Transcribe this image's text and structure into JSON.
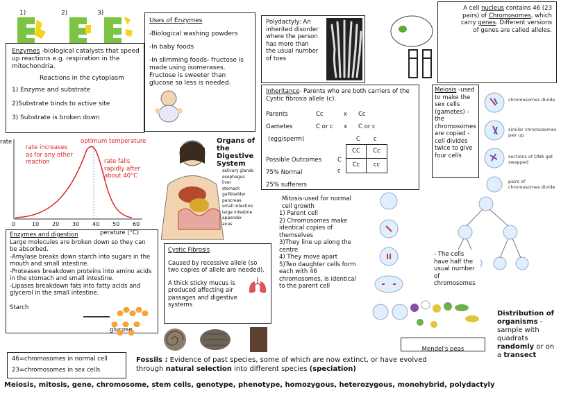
{
  "enzymes": {
    "step_numbers": [
      "1)",
      "2)",
      "3)"
    ],
    "definition_term": "Enzymes",
    "definition": " -biological catalysts that speed up reactions e.g. respiration in the mitochondria.",
    "location": "Reactions in the cytoplasm",
    "steps": [
      "1) Enzyme and substrate",
      "2)Substrate binds to active site",
      "3) Substrate is broken down"
    ]
  },
  "uses": {
    "title": "Uses of Enzymes",
    "items": [
      "-Biological washing powders",
      "-In baby foods",
      "-In slimming foods- fructose is made using isomerases. Fructose is sweeter than glucose so less is needed."
    ]
  },
  "graph": {
    "side_label": "rate",
    "optimum": "optimum temperature",
    "left_note": "rate increases as for any other reaction",
    "right_note": "rate falls rapidly after about 40°C",
    "x_ticks": [
      "0",
      "10",
      "20",
      "30",
      "40",
      "50",
      "60"
    ],
    "x_unit": "perature (°C)"
  },
  "digestion": {
    "title": "Enzymes and digestion",
    "lines": [
      "Large molecules are broken down so they can be absorbed.",
      "-Amylase breaks down starch into sugars in the mouth and small intestine.",
      "-Proteases breakdown proteins into amino acids in the stomach and small intestine.",
      "-Lipases breakdown fats into fatty acids and glycerol in the small intestine."
    ],
    "starch": "Starch",
    "glucose": "glucose"
  },
  "organs": {
    "title": "Organs of the Digestive System",
    "labels": [
      "salivary glands",
      "esophagus",
      "liver",
      "stomach",
      "gallbladder",
      "pancreas",
      "small intestine",
      "large intestine",
      "appendix",
      "anus"
    ]
  },
  "chromosome_count": {
    "normal": "46=chromosomes in normal cell",
    "sex": "23=chromosomes in sex cells"
  },
  "cf": {
    "title": "Cystic Fibrosis",
    "cause": "Caused by recessive allele (so two copies of allele are needed).",
    "effect": "A thick sticky mucus is produced affecting air passages and digestive systems"
  },
  "polydactyly": {
    "text": "Polydactyly: An inherited disorder where the person has more than the usual number of toes"
  },
  "nucleus": {
    "pre": "A cell ",
    "nucleus": "nucleus",
    "mid": " contains 46 (23 pairs) of ",
    "chromosomes": "Chromosomes",
    "mid2": ", which carry ",
    "genes": "genes",
    "end": ". Different versions of genes are called alleles."
  },
  "inheritance": {
    "title": "Inheritance",
    "desc": "- Parents who are both carriers of the Cystic fibrosis allele (c).",
    "parents_label": "Parents",
    "parent1": "Cc",
    "parent2": "Cc",
    "times": "x",
    "gametes_label": "Gametes",
    "gamete1": "C or c",
    "gamete2": "C or c",
    "gametes_note": "(egg/sperm)",
    "outcomes_label": "Possible Outcomes",
    "normal": "75% Normal",
    "sufferers": "25% sufferers",
    "col_headers": [
      "C",
      "c"
    ],
    "row_headers": [
      "C",
      "c"
    ],
    "grid": [
      [
        "CC",
        "Cc"
      ],
      [
        "Cc",
        "cc"
      ]
    ]
  },
  "mitosis": {
    "lines": [
      "Mitosis-used for normal cell growth",
      "1) Parent cell",
      "2) Chromosomes make identical copies of themselves",
      "3)They line up along the centre",
      "4) They move apart",
      "5)Two daughter cells form each with 46 chromosomes, is identical to the parent cell"
    ]
  },
  "meiosis": {
    "term": "Meiosis",
    "text": " -used to make the sex cells (gametes) -the chromosomes are copied -cell divides twice to give four cells",
    "stage_labels": [
      "chromosomes divide",
      "similar chromosomes pair up",
      "sections of DNA get swapped",
      "pairs of chromosomes divide"
    ],
    "note": "- The cells have half the usual number of chromosomes"
  },
  "mendel": "Mendel's peas",
  "distribution": {
    "title": "Distribution of organisms",
    "pre": " - sample with quadrats ",
    "randomly": "randomly",
    "mid": " or on a ",
    "transect": "transect"
  },
  "fossils": {
    "term": "Fossils :",
    "t1": " Evidence of past species, some of which are now extinct, or have evolved through ",
    "natsel": "natural selection",
    "t2": " into different species ",
    "spec": "(speciation)"
  },
  "keywords": "Meiosis, mitosis, gene, chromosome, stem cells, genotype, phenotype, homozygous, heterozygous, monohybrid, polydactyly"
}
